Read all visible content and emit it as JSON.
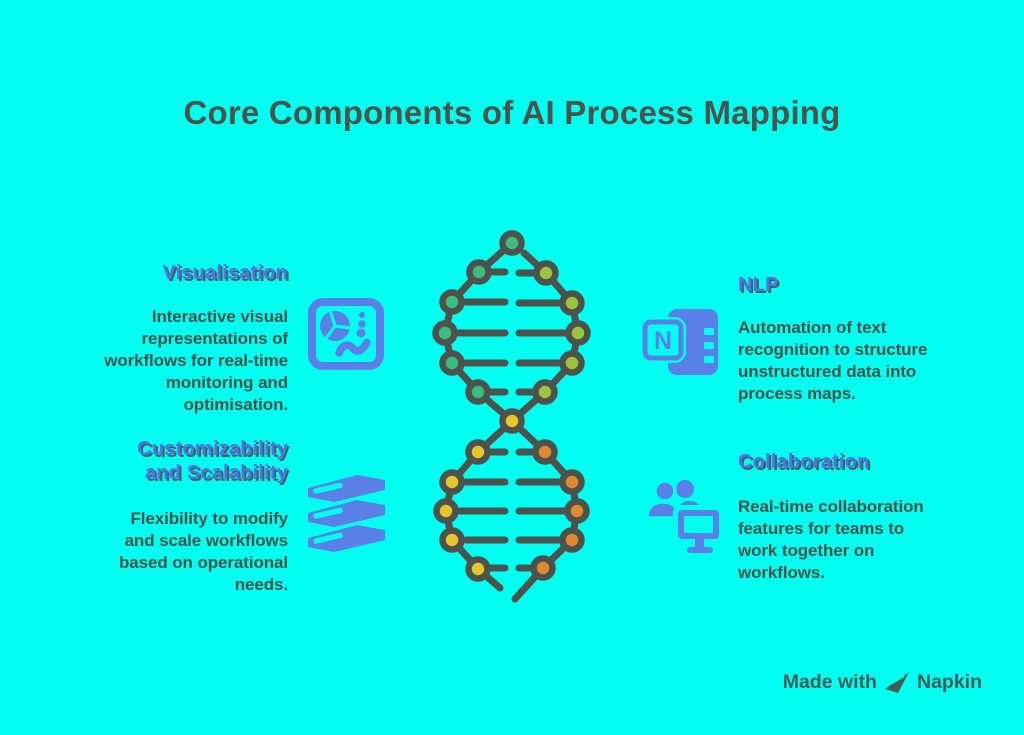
{
  "title": "Core Components of AI Process Mapping",
  "sections": {
    "visualisation": {
      "title": "Visualisation",
      "description": "Interactive visual\nrepresentations of\nworkflows for real-time\nmonitoring and\noptimisation.",
      "icon": "dashboard-chart-icon"
    },
    "nlp": {
      "title": "NLP",
      "description": "Automation of text\nrecognition to structure\nunstructured data into\nprocess maps.",
      "icon": "note-document-icon",
      "icon_letter": "N"
    },
    "customizability": {
      "title": "Customizability\nand Scalability",
      "description": "Flexibility to modify\nand scale workflows\nbased on operational\nneeds.",
      "icon": "server-stack-icon"
    },
    "collaboration": {
      "title": "Collaboration",
      "description": "Real-time collaboration\nfeatures for teams to\nwork together on\nworkflows.",
      "icon": "team-monitor-icon"
    }
  },
  "center_graphic": "dna-helix",
  "watermark": {
    "prefix": "Made with",
    "brand": "Napkin",
    "icon": "napkin-plane-icon"
  },
  "colors": {
    "background": "#00FFF0",
    "title": "#4C524C",
    "heading": "#5273E8",
    "body": "#49514A",
    "icon": "#5A80E8",
    "line": "#4E524C",
    "node-green": "#3CBC7E",
    "node-lime": "#9DC43C",
    "node-yellow": "#E3C52C",
    "node-orange": "#DF8A2E",
    "watermark": "#4A4F4A"
  }
}
